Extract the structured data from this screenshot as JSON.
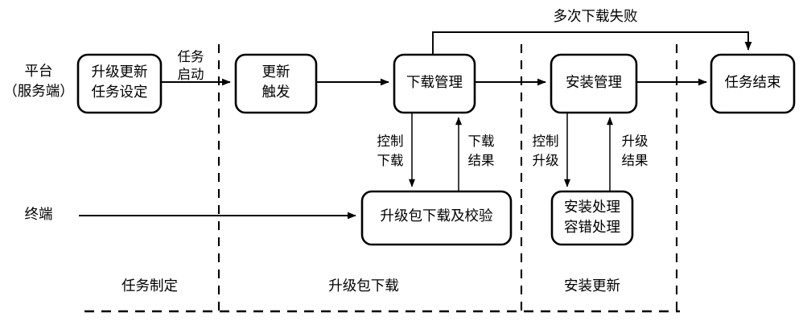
{
  "diagram": {
    "title_text": "",
    "lanes": [
      {
        "id": "platform",
        "label_line1": "平台",
        "label_line2": "（服务端）"
      },
      {
        "id": "terminal",
        "label_line1": "终端",
        "label_line2": ""
      }
    ],
    "nodes": [
      {
        "id": "task-setup",
        "line1": "升级更新",
        "line2": "任务设定"
      },
      {
        "id": "update-trigger",
        "line1": "更新",
        "line2": "触发"
      },
      {
        "id": "download-mgmt",
        "line1": "下载管理",
        "line2": ""
      },
      {
        "id": "install-mgmt",
        "line1": "安装管理",
        "line2": ""
      },
      {
        "id": "task-end",
        "line1": "任务结束",
        "line2": ""
      },
      {
        "id": "pkg-download",
        "line1": "升级包下载及校验",
        "line2": ""
      },
      {
        "id": "install-proc",
        "line1": "安装处理",
        "line2": "容错处理"
      }
    ],
    "edge_labels": [
      {
        "id": "task-start",
        "line1": "任务",
        "line2": "启动"
      },
      {
        "id": "control-download",
        "line1": "控制",
        "line2": "下载"
      },
      {
        "id": "download-result",
        "line1": "下载",
        "line2": "结果"
      },
      {
        "id": "control-upgrade",
        "line1": "控制",
        "line2": "升级"
      },
      {
        "id": "upgrade-result",
        "line1": "升级",
        "line2": "结果"
      }
    ],
    "loop_label": "多次下载失败",
    "phases": [
      {
        "id": "phase-task",
        "label": "任务制定"
      },
      {
        "id": "phase-download",
        "label": "升级包下载"
      },
      {
        "id": "phase-install",
        "label": "安装更新"
      }
    ],
    "colors": {
      "stroke": "#000000",
      "background": "#ffffff",
      "box_fill": "#ffffff"
    }
  }
}
